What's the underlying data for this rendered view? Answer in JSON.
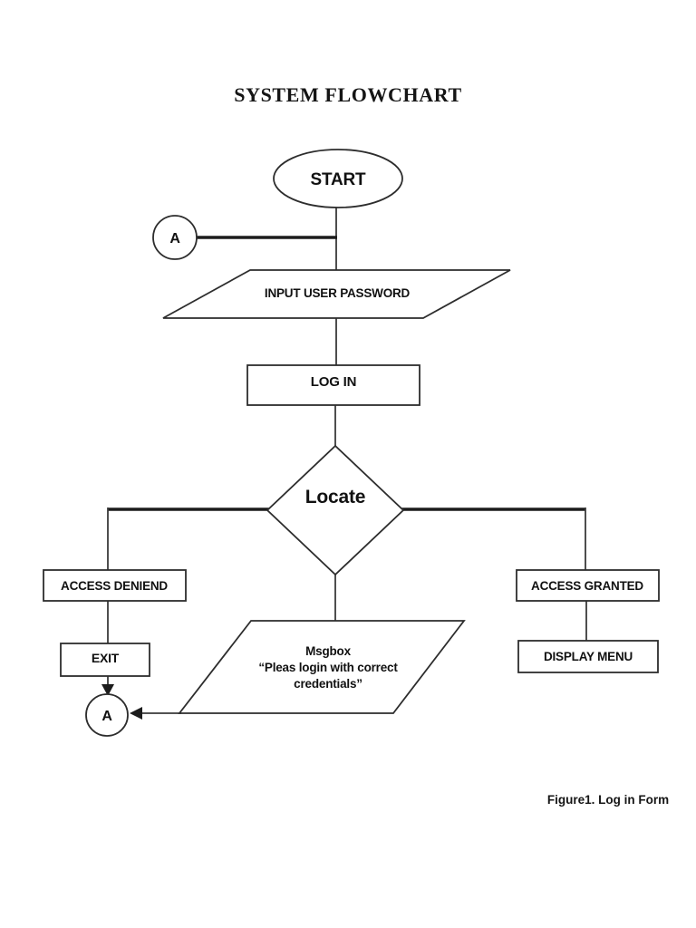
{
  "page": {
    "title": "SYSTEM FLOWCHART",
    "caption": "Figure1. Log in Form",
    "background": "#ffffff"
  },
  "colors": {
    "shape_stroke": "#2d2d2d",
    "thick_line": "#1c1c1c",
    "text": "#111111"
  },
  "flowchart": {
    "start_label": "START",
    "offpage_connector_top": "A",
    "input_label": "INPUT USER PASSWORD",
    "login_label": "LOG IN",
    "decision_label": "Locate",
    "access_denied_label": "ACCESS DENIEND",
    "exit_label": "EXIT",
    "offpage_connector_bottom": "A",
    "msgbox_line1": "Msgbox",
    "msgbox_line2": "“Pleas login with correct",
    "msgbox_line3": "credentials”",
    "access_granted_label": "ACCESS GRANTED",
    "display_menu_label": "DISPLAY MENU"
  }
}
